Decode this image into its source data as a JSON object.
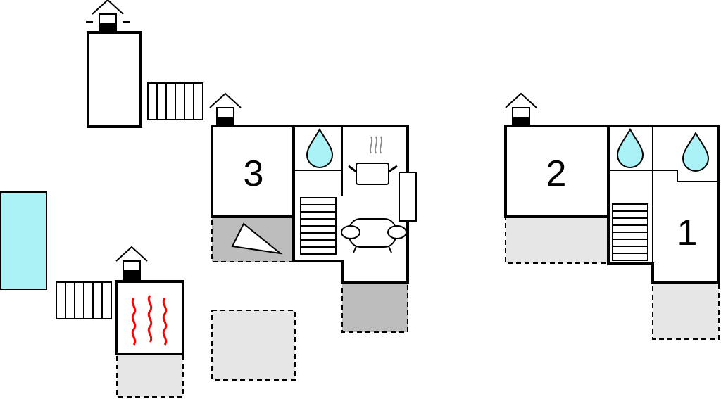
{
  "rooms": [
    {
      "id": "room-3",
      "label": "3"
    },
    {
      "id": "room-2",
      "label": "2"
    },
    {
      "id": "room-1",
      "label": "1"
    }
  ],
  "colors": {
    "water": "#aaf2f6",
    "terrace": "#e6e6e6",
    "terrace_dark": "#bdbdbd",
    "heat": "#ff0000",
    "wall": "#000000"
  },
  "icons": [
    "house-icon",
    "water-drop-icon",
    "stairs-icon",
    "radiator-icon",
    "cooking-pot-icon",
    "sofa-icon",
    "sauna-heat-icon",
    "pool-icon"
  ]
}
